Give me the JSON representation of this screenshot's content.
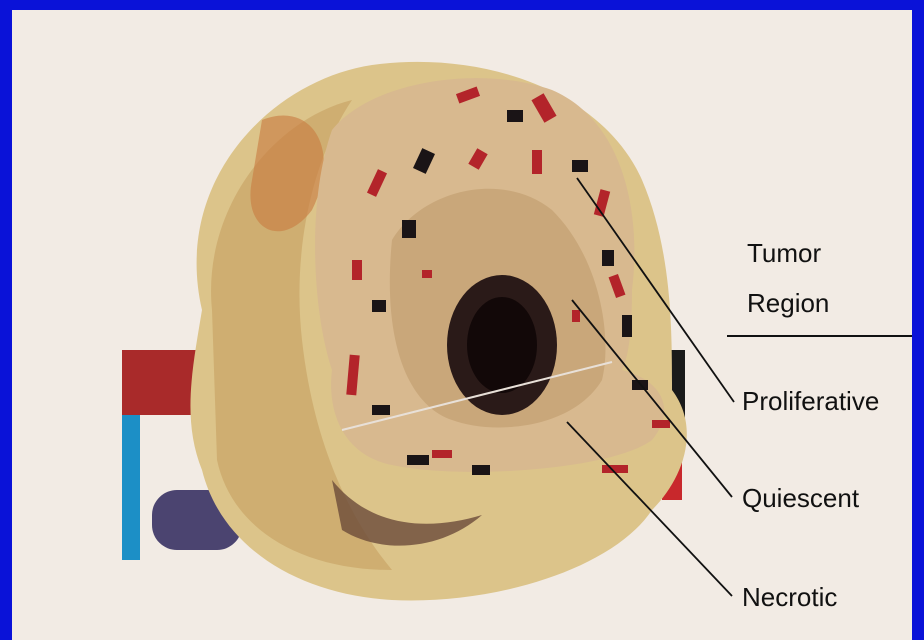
{
  "legend": {
    "header_line1": "Tumor",
    "header_line2": "Region",
    "proliferative": "Proliferative",
    "quiescent": "Quiescent",
    "necrotic": "Necrotic"
  },
  "colors": {
    "frame_border": "#0a12d8",
    "tissue": "#d8b98f",
    "necrotic_core": "#1a1010",
    "proliferative_cells": "#b3242a"
  }
}
